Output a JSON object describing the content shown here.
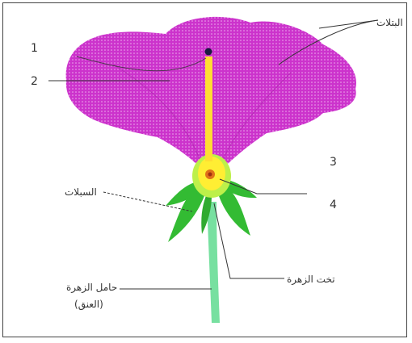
{
  "labels": {
    "petals": "البتلات",
    "sepals": "السبلات",
    "receptacle": "تخت الزهرة",
    "pedicel_line1": "حامل الزهرة",
    "pedicel_line2": "(العنق)",
    "num_1": "1",
    "num_2": "2",
    "num_3": "3",
    "num_4": "4"
  },
  "colors": {
    "petal": "#cc33cc",
    "petal_dots": "#e8a6e8",
    "style": "#ffdd33",
    "ovary": "#ffee33",
    "ovule": "#e0701a",
    "sepal": "#33bb33",
    "stem": "#77e0a0",
    "stigma": "#1a1a40"
  }
}
